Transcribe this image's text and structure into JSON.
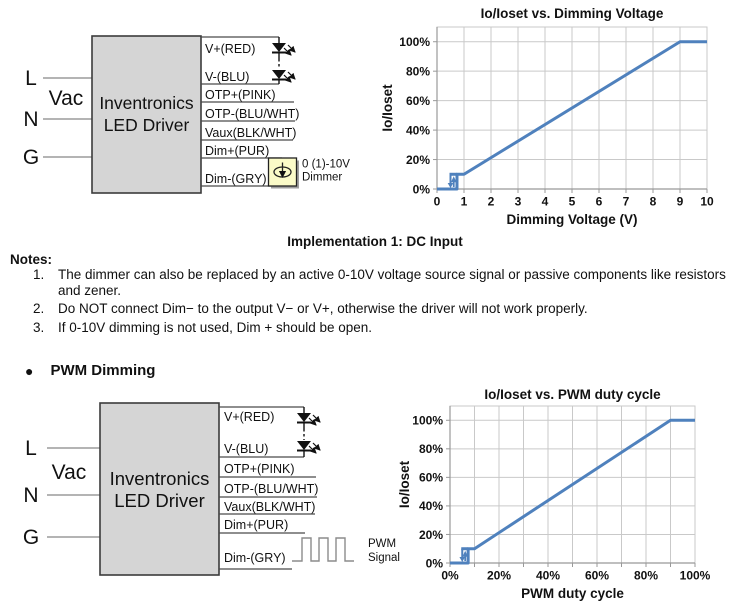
{
  "page": {
    "implementation_caption": "Implementation 1: DC Input",
    "pwm_bullet": "●",
    "pwm_heading": "PWM Dimming"
  },
  "driver": {
    "name_line1": "Inventronics",
    "name_line2": "LED Driver",
    "inputs": {
      "live": "L",
      "vac": "Vac",
      "neutral": "N",
      "ground": "G"
    },
    "outputs": [
      "V+(RED)",
      "V-(BLU)",
      "OTP+(PINK)",
      "OTP-(BLU/WHT)",
      "Vaux(BLK/WHT)",
      "Dim+(PUR)",
      "Dim-(GRY)"
    ]
  },
  "dimmer": {
    "label_line1": "0 (1)-10V",
    "label_line2": "Dimmer"
  },
  "pwm_signal": {
    "label_line1": "PWM",
    "label_line2": "Signal"
  },
  "notes": {
    "header": "Notes:",
    "items": [
      {
        "num": "1.",
        "text": "The dimmer can also be replaced by an active 0-10V voltage source signal or passive components like resistors and zener."
      },
      {
        "num": "2.",
        "text": "Do NOT connect Dim− to the output V− or V+, otherwise the driver will not work properly."
      },
      {
        "num": "3.",
        "text": "If 0-10V dimming is not used, Dim + should be open."
      }
    ]
  },
  "colors": {
    "series_line": "#4F81BD",
    "grid": "#C9C9C9",
    "axis": "#999999",
    "driver_fill": "#D5D5D5",
    "dimmer_fill": "#FBFBC8"
  },
  "chart_data": [
    {
      "type": "line",
      "title": "Io/Ioset vs. Dimming Voltage",
      "xlabel": "Dimming Voltage (V)",
      "ylabel": "Io/Ioset",
      "xlim": [
        0,
        10
      ],
      "ylim": [
        0,
        110
      ],
      "grid": true,
      "legend": false,
      "line_color": "#4F81BD",
      "x_grid": [
        0,
        1,
        2,
        3,
        4,
        5,
        6,
        7,
        8,
        9,
        10
      ],
      "x_ticks": [
        0,
        1,
        2,
        3,
        4,
        5,
        6,
        7,
        8,
        9,
        10
      ],
      "x_tick_labels": [
        "0",
        "1",
        "2",
        "3",
        "4",
        "5",
        "6",
        "7",
        "8",
        "9",
        "10"
      ],
      "y_ticks": [
        0,
        20,
        40,
        60,
        80,
        100
      ],
      "y_tick_labels": [
        "0%",
        "20%",
        "40%",
        "60%",
        "80%",
        "100%"
      ],
      "points": [
        [
          0,
          0
        ],
        [
          0.74,
          0
        ],
        [
          0.74,
          10
        ],
        [
          1,
          10
        ],
        [
          9,
          100
        ],
        [
          10,
          100
        ]
      ],
      "hysteresis_step": {
        "drop_x": 0.5,
        "rise_x": 0.74,
        "arrow_up_x": 0.62,
        "y_low": 0,
        "y_high": 10
      }
    },
    {
      "type": "line",
      "title": "Io/Ioset vs. PWM duty cycle",
      "xlabel": "PWM duty cycle",
      "ylabel": "Io/Ioset",
      "xlim": [
        0,
        100
      ],
      "ylim": [
        0,
        110
      ],
      "grid": true,
      "legend": false,
      "line_color": "#4F81BD",
      "x_grid": [
        0,
        10,
        20,
        30,
        40,
        50,
        60,
        70,
        80,
        90,
        100
      ],
      "x_ticks": [
        0,
        20,
        40,
        60,
        80,
        100
      ],
      "x_tick_labels": [
        "0%",
        "20%",
        "40%",
        "60%",
        "80%",
        "100%"
      ],
      "y_ticks": [
        0,
        20,
        40,
        60,
        80,
        100
      ],
      "y_tick_labels": [
        "0%",
        "20%",
        "40%",
        "60%",
        "80%",
        "100%"
      ],
      "points": [
        [
          0,
          0
        ],
        [
          7.4,
          0
        ],
        [
          7.4,
          10
        ],
        [
          10,
          10
        ],
        [
          90,
          100
        ],
        [
          100,
          100
        ]
      ],
      "hysteresis_step": {
        "drop_x": 5,
        "rise_x": 7.4,
        "arrow_up_x": 6.2,
        "y_low": 0,
        "y_high": 10
      }
    }
  ]
}
